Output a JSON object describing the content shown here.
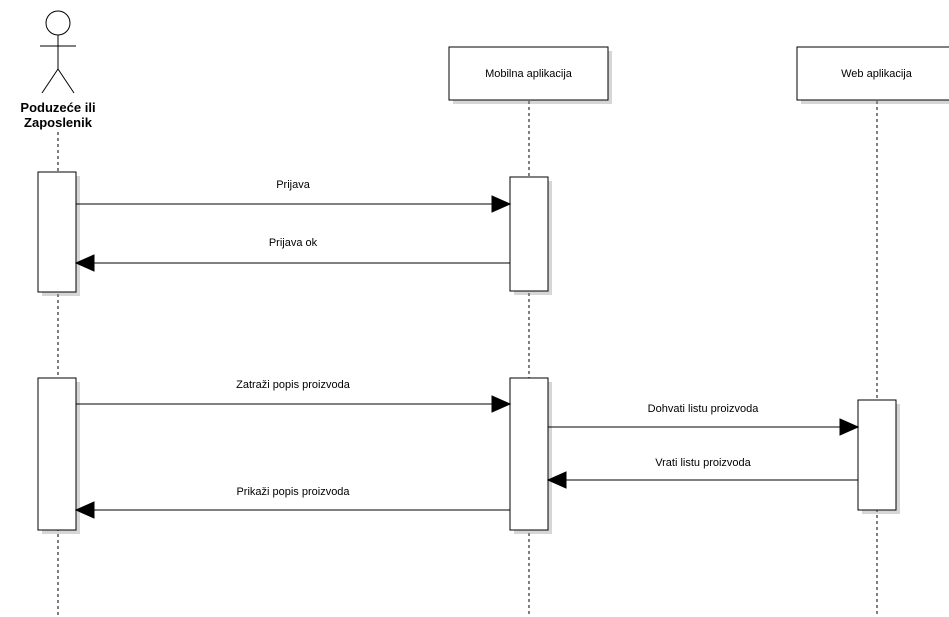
{
  "actor": {
    "name_line1": "Poduzeće ili",
    "name_line2": "Zaposlenik"
  },
  "participants": [
    {
      "id": "mobile",
      "label": "Mobilna aplikacija"
    },
    {
      "id": "web",
      "label": "Web aplikacija"
    }
  ],
  "messages": [
    {
      "id": "m1",
      "label": "Prijava",
      "from": "actor",
      "to": "mobile"
    },
    {
      "id": "m2",
      "label": "Prijava ok",
      "from": "mobile",
      "to": "actor"
    },
    {
      "id": "m3",
      "label": "Zatraži popis proizvoda",
      "from": "actor",
      "to": "mobile"
    },
    {
      "id": "m4",
      "label": "Dohvati listu proizvoda",
      "from": "mobile",
      "to": "web"
    },
    {
      "id": "m5",
      "label": "Vrati listu proizvoda",
      "from": "web",
      "to": "mobile"
    },
    {
      "id": "m6",
      "label": "Prikaži popis proizvoda",
      "from": "mobile",
      "to": "actor"
    }
  ]
}
